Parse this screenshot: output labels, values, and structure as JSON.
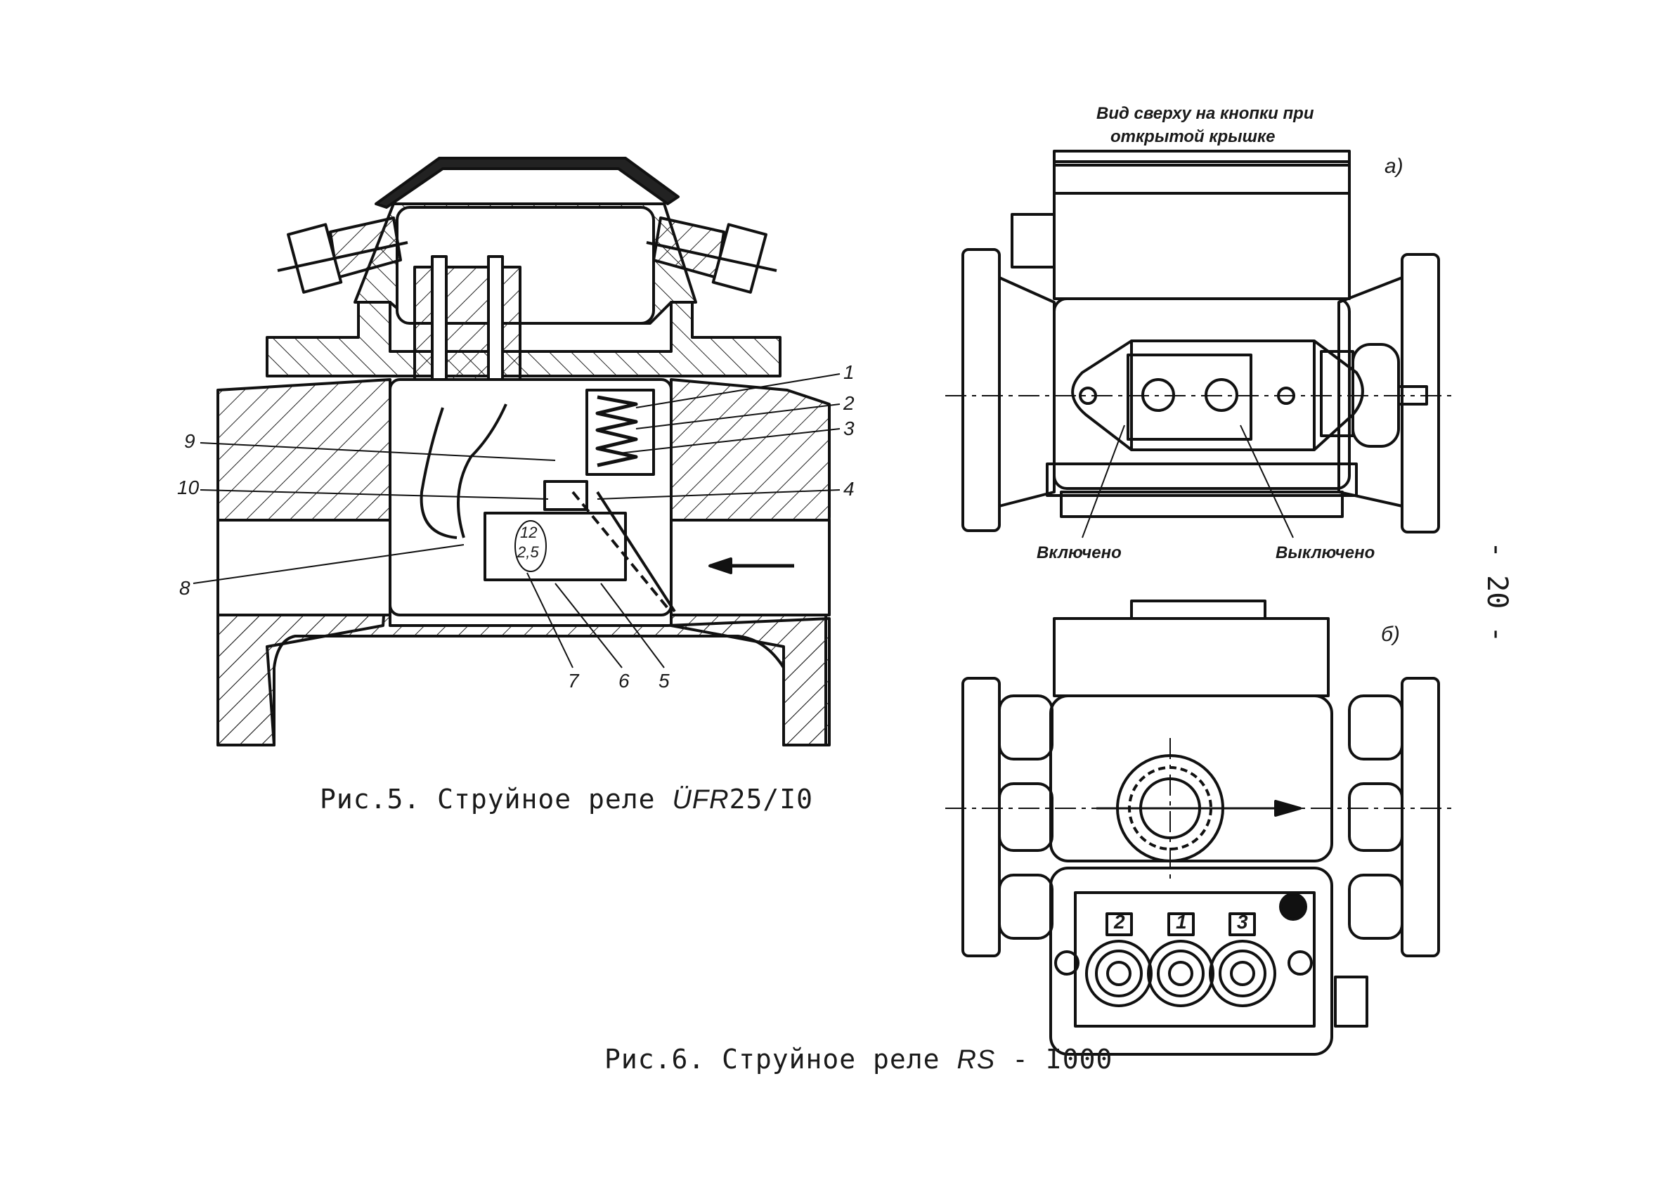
{
  "page_number": "- 20 -",
  "figure5": {
    "caption_prefix": "Рис.5. Струйное реле",
    "caption_model": "ÜFR",
    "caption_suffix": "25/I0",
    "callouts": [
      "1",
      "2",
      "3",
      "4",
      "5",
      "6",
      "7",
      "8",
      "9",
      "10"
    ],
    "plate_text_line1": "12",
    "plate_text_line2": "2,5"
  },
  "figure6": {
    "caption_prefix": "Рис.6. Струйное реле",
    "caption_model": "RS",
    "caption_suffix": "- I000",
    "view_a": {
      "label": "а)",
      "note_line1": "Вид сверху на кнопки при",
      "note_line2": "открытой крышке",
      "on_label": "Включено",
      "off_label": "Выключено"
    },
    "view_b": {
      "label": "б)",
      "terminal_labels": [
        "2",
        "1",
        "3"
      ]
    }
  }
}
